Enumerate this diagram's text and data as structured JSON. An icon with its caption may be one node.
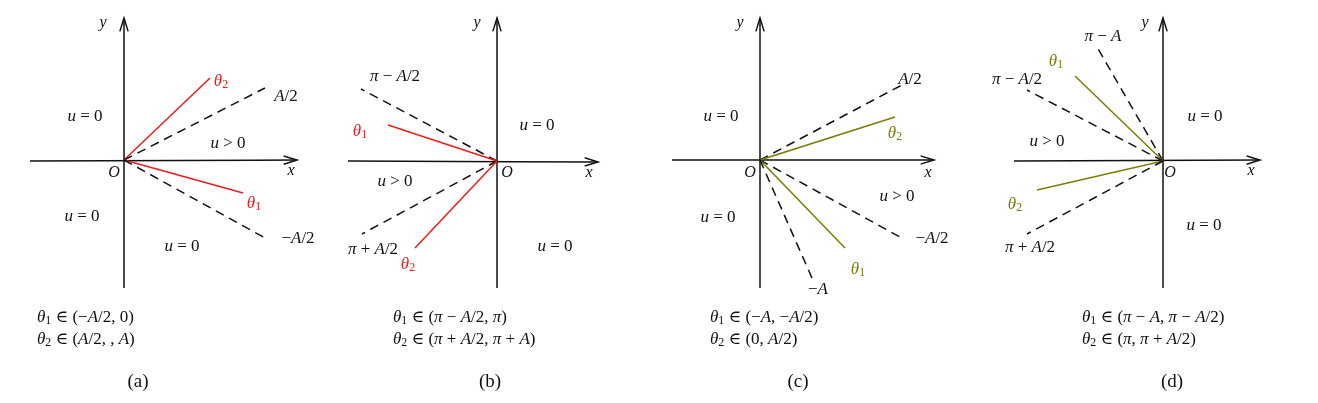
{
  "diagram": {
    "labels": [
      "*y*",
      "*θ*$_{2}$",
      "*A*/2",
      "*u* = 0",
      "*u* > 0",
      "*O*",
      "*x*",
      "*θ*$_{1}$",
      "*u* = 0",
      "−*A*/2",
      "*u* = 0",
      "*θ*$_{1}$ ∈ (−*A*/2, 0)",
      "*θ*$_{2}$ ∈ (*A*/2, , *A*)",
      "(a)",
      "*y*",
      "*π* − *A*/2",
      "*u* = 0",
      "*θ*$_{1}$",
      "*u* > 0",
      "*O*",
      "*x*",
      "*π* + *A*/2",
      "*θ*$_{2}$",
      "*u* = 0",
      "*θ*$_{1}$ ∈ (*π* − *A*/2, *π*)",
      "*θ*$_{2}$ ∈ (*π* + *A*/2, *π* + *A*)",
      "(b)",
      "*y*",
      "*A*/2",
      "*u* = 0",
      "*θ*$_{2}$",
      "*O*",
      "*x*",
      "*u* > 0",
      "*u* = 0",
      "−*A*/2",
      "*θ*$_{1}$",
      "−*A*",
      "*θ*$_{1}$ ∈ (−*A*, −*A*/2)",
      "*θ*$_{2}$ ∈ (0, *A*/2)",
      "(c)",
      "*π* − *A*",
      "*y*",
      "*θ*$_{1}$",
      "*π* − *A*/2",
      "*u* = 0",
      "*u* > 0",
      "*O*",
      "*x*",
      "*θ*$_{2}$",
      "*u* = 0",
      "*π* + *A*/2",
      "*θ*$_{1}$ ∈ (*π* − *A*, *π* − *A*/2)",
      "*θ*$_{2}$ ∈ (*π*, *π* + *A*/2)",
      "(d)"
    ]
  }
}
